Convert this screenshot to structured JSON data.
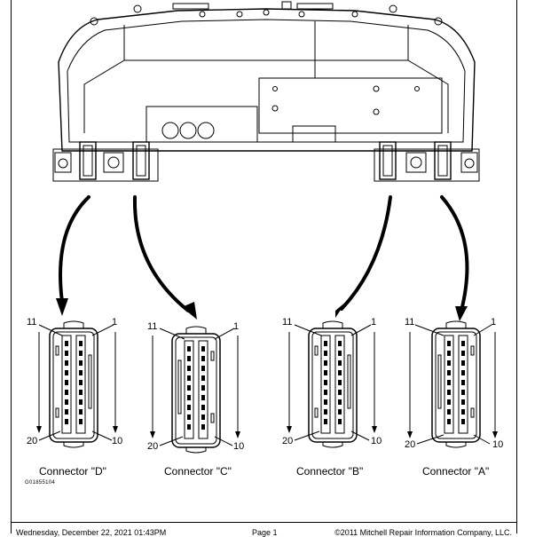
{
  "figure_id": "G01855104",
  "connectors": [
    {
      "label": "Connector \"D\"",
      "pin_top_left": "11",
      "pin_top_right": "1",
      "pin_bottom_left": "20",
      "pin_bottom_right": "10"
    },
    {
      "label": "Connector \"C\"",
      "pin_top_left": "11",
      "pin_top_right": "1",
      "pin_bottom_left": "20",
      "pin_bottom_right": "10"
    },
    {
      "label": "Connector \"B\"",
      "pin_top_left": "11",
      "pin_top_right": "1",
      "pin_bottom_left": "20",
      "pin_bottom_right": "10"
    },
    {
      "label": "Connector \"A\"",
      "pin_top_left": "11",
      "pin_top_right": "1",
      "pin_bottom_left": "20",
      "pin_bottom_right": "10"
    }
  ],
  "footer": {
    "date": "Wednesday, December 22, 2021 01:43PM",
    "page": "Page 1",
    "copyright": "©2011 Mitchell Repair Information Company, LLC."
  }
}
